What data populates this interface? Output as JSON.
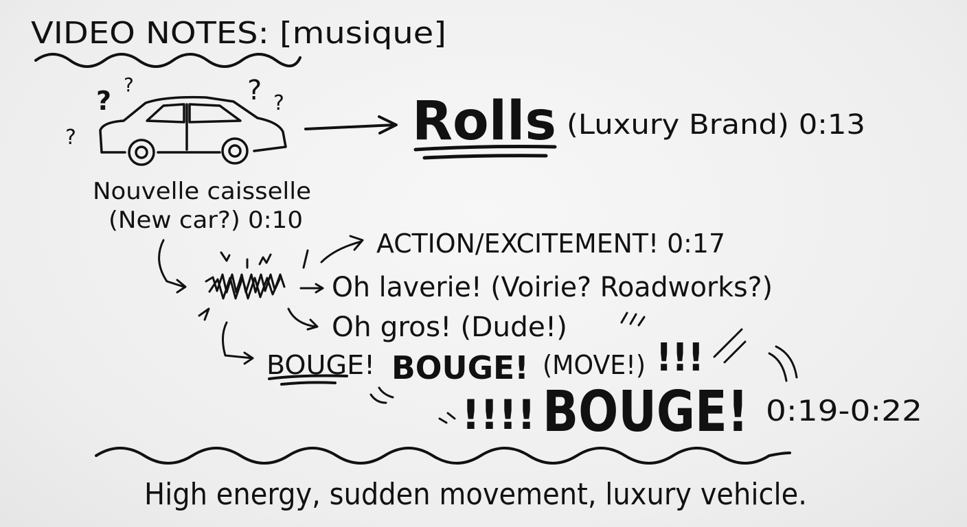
{
  "title": "VIDEO NOTES: [musique]",
  "rolls": {
    "word": "Rolls",
    "note": "(Luxury Brand) 0:13"
  },
  "car": {
    "line1": "Nouvelle caisselle",
    "line2": "(New car?) 0:10"
  },
  "action": "ACTION/EXCITEMENT! 0:17",
  "laverie": "Oh laverie! (Voirie? Roadworks?)",
  "gros": "Oh gros! (Dude!)",
  "bouge_line": {
    "first": "BOUGE!",
    "second": "BOUGE!",
    "move": "(MOVE!)",
    "bangs": "!!!"
  },
  "big_bouge": {
    "bangs": "!!!!",
    "word": "BOUGE!",
    "time": "0:19-0:22"
  },
  "summary": "High energy, sudden movement, luxury vehicle.",
  "question_marks": [
    "?",
    "?",
    "?",
    "?",
    "?"
  ]
}
